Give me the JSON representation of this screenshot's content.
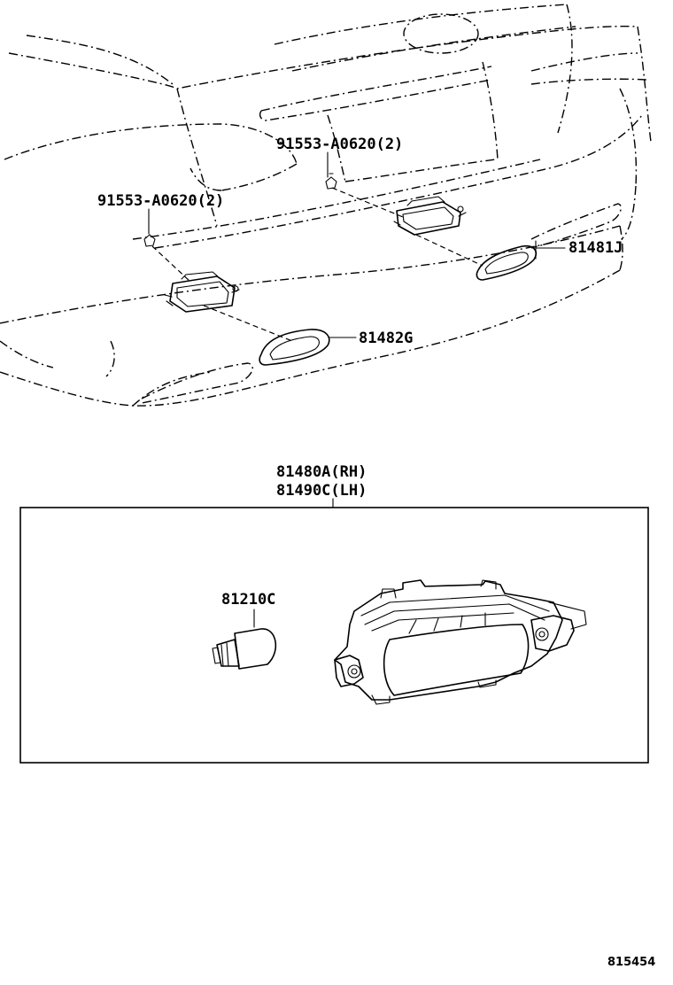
{
  "diagram": {
    "labels": {
      "bolt_right": "91553-A0620(2)",
      "bolt_left": "91553-A0620(2)",
      "lens_right": "81481J",
      "lens_left": "81482G",
      "lamp_rh": "81480A(RH)",
      "lamp_lh": "81490C(LH)",
      "bulb": "81210C"
    },
    "figure_id": "815454"
  }
}
